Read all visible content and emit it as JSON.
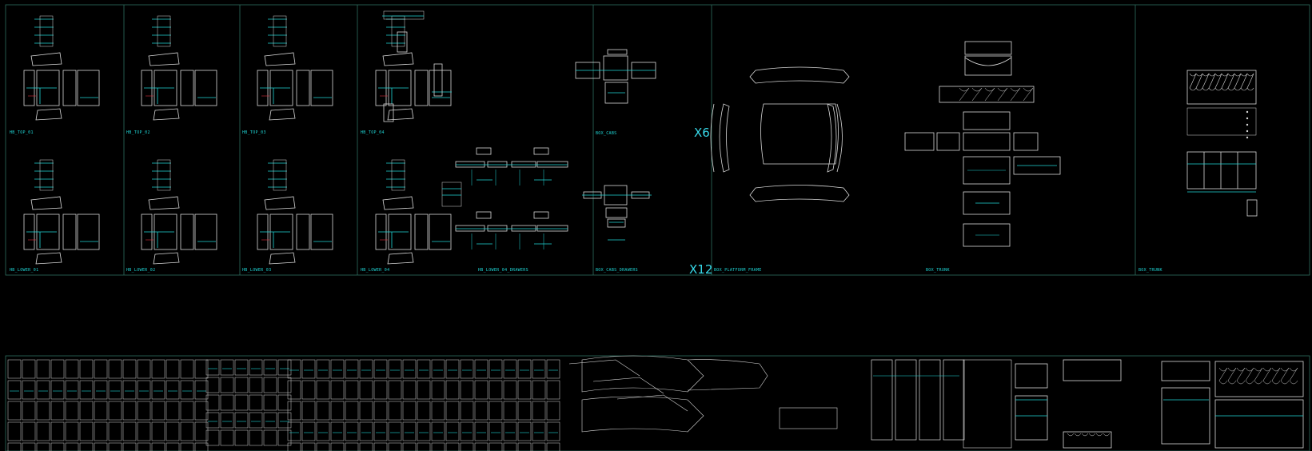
{
  "labels": {
    "hb_top_01": "HB_TOP_01",
    "hb_top_02": "HB_TOP_02",
    "hb_top_03": "HB_TOP_03",
    "hb_top_04": "HB_TOP_04",
    "box_cabs": "BOX_CABS",
    "hb_lower_01": "HB_LOWER_01",
    "hb_lower_02": "HB_LOWER_02",
    "hb_lower_03": "HB_LOWER_03",
    "hb_lower_04": "HB_LOWER_04",
    "hb_lower_04_drawers": "HB_LOWER_04_DRAWERS",
    "box_cabs_drawers": "BOX_CABS_DRAWERS",
    "box_platform_frame": "BOX_PLATFORM_FRAME",
    "box_trunk_1": "BOX_TRUNK",
    "box_trunk_2": "BOX_TRUNK"
  },
  "multipliers": {
    "x6": "X6",
    "x12": "X12"
  },
  "colors": {
    "background": "#000000",
    "line": "#d8d8d8",
    "accent": "#1fd6d6",
    "frame": "#2f6f5f",
    "marker": "#e0303c"
  }
}
